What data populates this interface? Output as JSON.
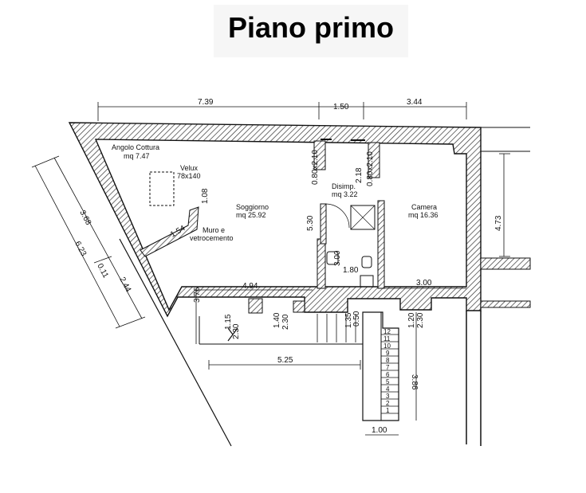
{
  "title": "Piano primo",
  "rooms": [
    {
      "name": "Angolo Cottura",
      "area": "mq 7.47"
    },
    {
      "name": "Soggiorno",
      "area": "mq 25.92"
    },
    {
      "name": "Disimp.",
      "area": "mq 3.22"
    },
    {
      "name": "Camera",
      "area": "mq 16.36"
    }
  ],
  "notes": {
    "velux_name": "Velux",
    "velux_size": "78x140",
    "muro_line1": "Muro e",
    "muro_line2": "vetrocemento"
  },
  "dimensions": {
    "d739": "7.39",
    "d150": "1.50",
    "d344": "3.44",
    "d368": "3.68",
    "d623": "6.23",
    "d011": "0.11",
    "d244": "2.44",
    "d080a": "0.80x2.10",
    "d080b": "0.80x2.10",
    "d218": "2.18",
    "d108": "1.08",
    "d154": "1.54",
    "d530": "5.30",
    "d473": "4.73",
    "d300v": "3.00",
    "d180": "1.80",
    "d494": "4.94",
    "d300h": "3.00",
    "d376": "3.76",
    "d115": "1.15",
    "d230a": "2.30",
    "d140": "1.40",
    "d230b": "2.30",
    "d135": "1.35",
    "d050": "0.50",
    "d120": "1.20",
    "d230c": "2.30",
    "d525": "5.25",
    "d386": "3.86",
    "d100": "1.00"
  },
  "steps": [
    "12",
    "11",
    "10",
    "9",
    "8",
    "7",
    "6",
    "5",
    "4",
    "3",
    "2",
    "1"
  ]
}
